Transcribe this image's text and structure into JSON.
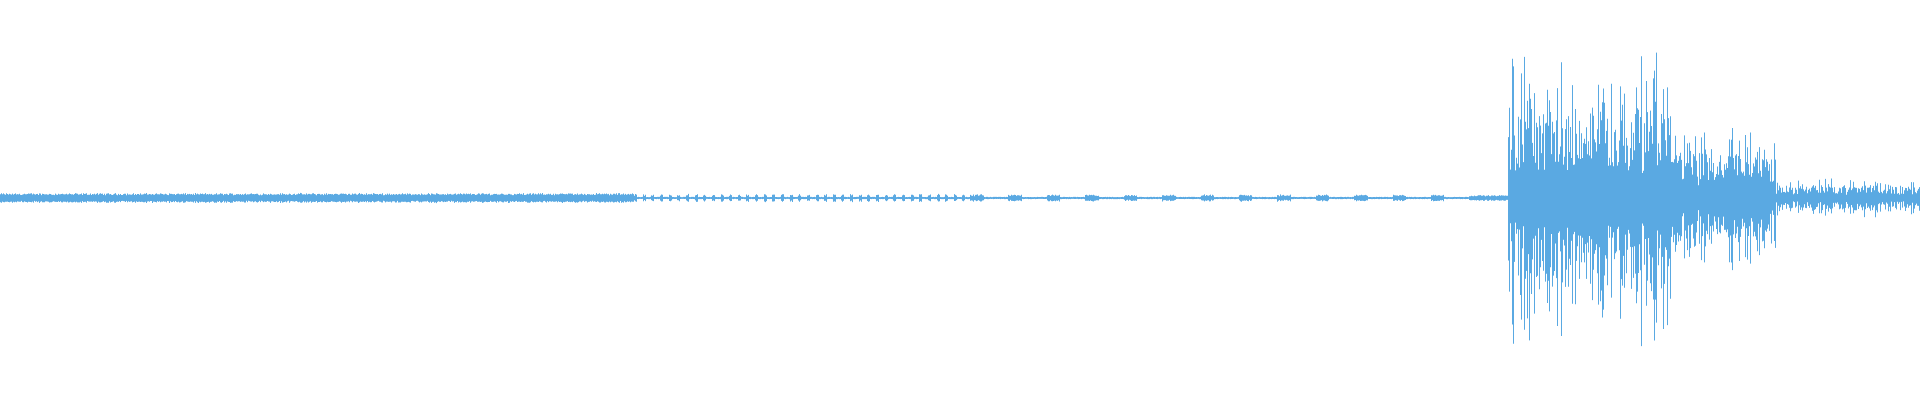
{
  "waveform": {
    "color": "#5aa9e2",
    "background": "#ffffff",
    "segments": [
      {
        "from": 0.0,
        "to": 0.33,
        "kind": "steady",
        "amp": 0.03
      },
      {
        "from": 0.33,
        "to": 0.505,
        "kind": "pulses",
        "amp": 0.025,
        "period": 0.0045
      },
      {
        "from": 0.505,
        "to": 0.765,
        "kind": "pulses",
        "amp": 0.022,
        "period": 0.02
      },
      {
        "from": 0.765,
        "to": 0.785,
        "kind": "steady",
        "amp": 0.018
      },
      {
        "from": 0.785,
        "to": 0.87,
        "kind": "burst",
        "amp": 0.9
      },
      {
        "from": 0.87,
        "to": 0.925,
        "kind": "burst",
        "amp": 0.45
      },
      {
        "from": 0.925,
        "to": 1.0,
        "kind": "burst",
        "amp": 0.12
      }
    ]
  }
}
